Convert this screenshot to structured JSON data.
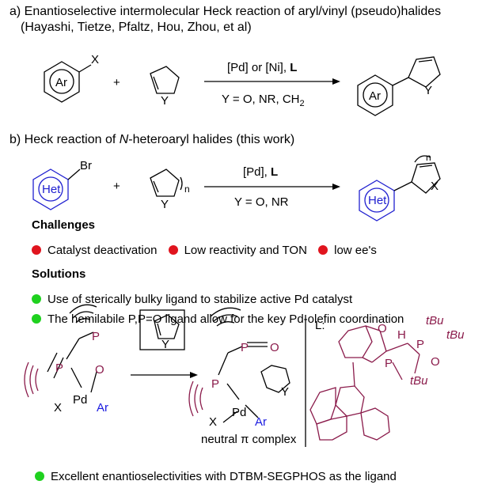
{
  "section_a": {
    "title": "a) Enantioselective intermolecular Heck reaction of aryl/vinyl (pseudo)halides",
    "authors": "(Hayashi, Tietze, Pfaltz, Hou, Zhou, et al)",
    "aryl_label": "Ar",
    "halide_label": "X",
    "plus": "+",
    "alkene_hetero": "Y",
    "conditions_pre": "[Pd] or [Ni], ",
    "conditions_ligand": "L",
    "y_options": "Y = O, NR, CH",
    "y_sub": "2",
    "product_ar": "Ar",
    "product_y": "Y"
  },
  "section_b": {
    "title_pre": "b) Heck reaction of ",
    "title_italic": "N",
    "title_post": "-heteroaryl halides (this work)",
    "het_label": "Het",
    "br_label": "Br",
    "plus": "+",
    "alkene_y": "Y",
    "ring_n": "n",
    "conditions_pre": "[Pd], ",
    "conditions_ligand": "L",
    "y_options": "Y = O, NR",
    "product_het": "Het",
    "product_x": "X",
    "product_n": "n"
  },
  "challenges": {
    "heading": "Challenges",
    "items": [
      "Catalyst deactivation",
      "Low reactivity and TON",
      "low ee's"
    ]
  },
  "solutions": {
    "heading": "Solutions",
    "items": [
      "Use of sterically bulky ligand to stabilize active Pd catalyst",
      "The hemilabile P,P=O ligand allow for the key Pd-olefin coordination"
    ]
  },
  "mechanism": {
    "p_label": "P",
    "o_label": "O",
    "pd_label": "Pd",
    "x_label": "X",
    "ar_label": "Ar",
    "alkene_y": "Y",
    "complex_label": "neutral π complex",
    "ligand_tag": "L:",
    "lig_o": "O",
    "lig_h": "H",
    "lig_p": "P",
    "lig_tbu": "tBu",
    "lig_o2": "O"
  },
  "footer": {
    "text": "Excellent enantioselectivities with DTBM-SEGPHOS as the ligand"
  },
  "colors": {
    "het_blue": "#2020d0",
    "ligand_maroon": "#8a1a4a",
    "ar_blue": "#1a1ae0",
    "red_dot": "#e0141e",
    "green_dot": "#1fd11f"
  }
}
